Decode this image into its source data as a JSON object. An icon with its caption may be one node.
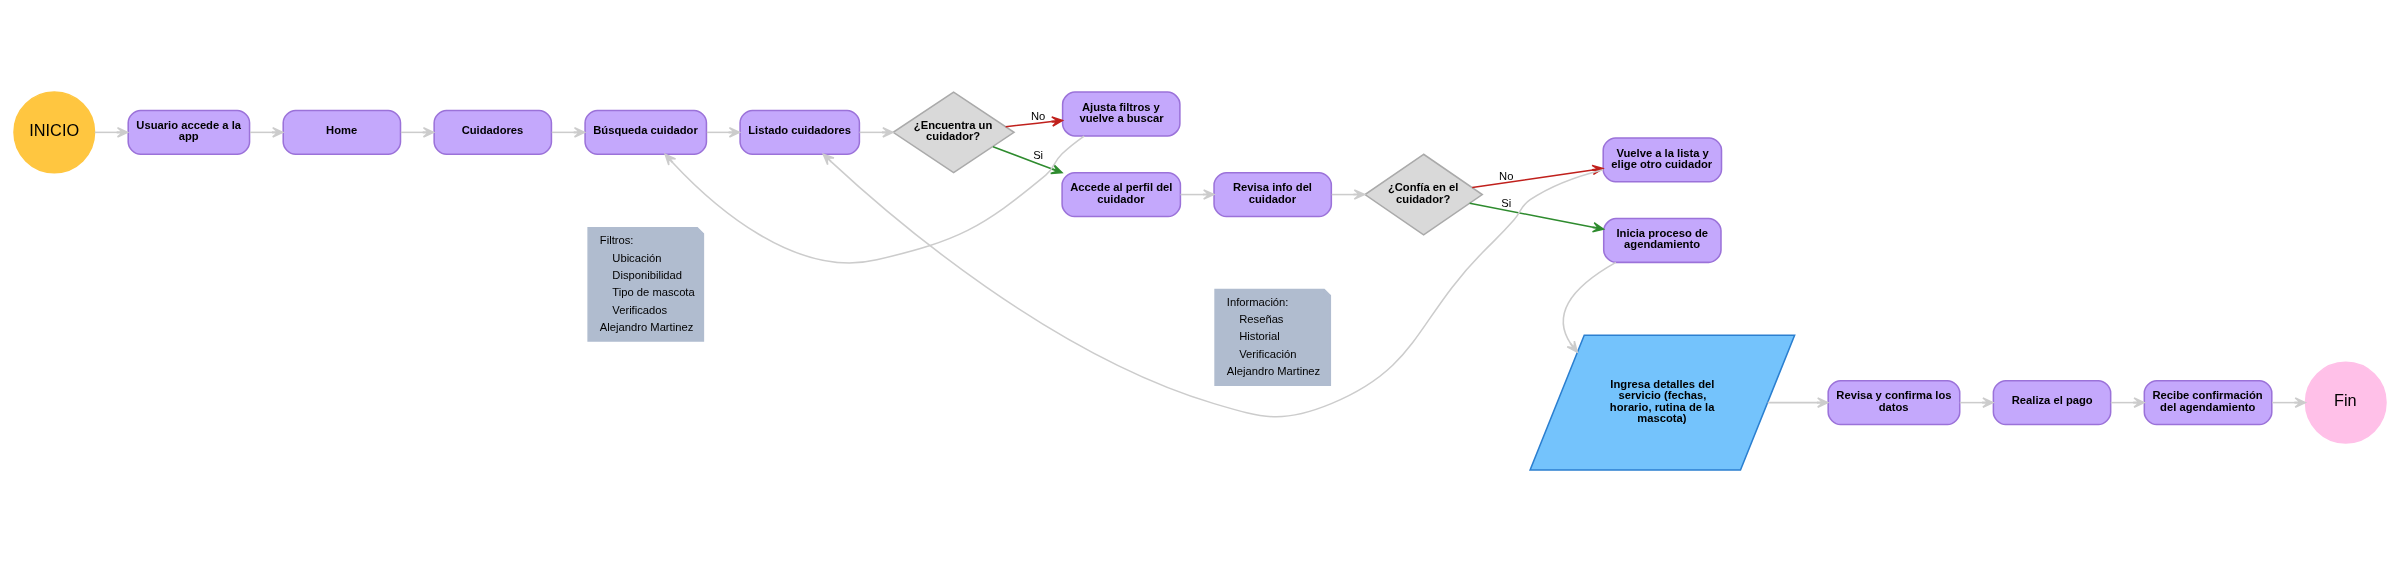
{
  "diagram": {
    "nodes": [
      {
        "text": [
          "INICIO"
        ]
      },
      {
        "text": [
          "Usuario accede a la app"
        ]
      },
      {
        "text": [
          "Home"
        ]
      },
      {
        "text": [
          "Cuidadores"
        ]
      },
      {
        "text": [
          "Búsqueda cuidador"
        ]
      },
      {
        "text": [
          "Filtros:",
          "Ubicación",
          "Disponibilidad",
          "Tipo de mascota",
          "Verificados",
          "Alejandro Martinez"
        ]
      },
      {
        "text": [
          "Listado cuidadores"
        ]
      },
      {
        "text": [
          "¿Encuentra un cuidador?"
        ]
      },
      {
        "text": [
          "Ajusta filtros y vuelve a buscar"
        ]
      },
      {
        "text": [
          "Accede al perfil del cuidador"
        ]
      },
      {
        "text": [
          "Revisa info del cuidador"
        ]
      },
      {
        "text": [
          "Información:",
          "Reseñas",
          "Historial",
          "Verificación",
          "Alejandro Martinez"
        ]
      },
      {
        "text": [
          "¿Confía en el cuidador?"
        ]
      },
      {
        "text": [
          "Vuelve a la lista y elige otro cuidador"
        ]
      },
      {
        "text": [
          "Inicia proceso de agendamiento"
        ]
      },
      {
        "text": [
          "Ingresa detalles del servicio (fechas, horario, rutina de la mascota)"
        ]
      },
      {
        "text": [
          "Revisa y confirma los datos"
        ]
      },
      {
        "text": [
          "Realiza el pago"
        ]
      },
      {
        "text": [
          "Recibe confirmación del agendamiento"
        ]
      },
      {
        "text": [
          "Fin"
        ]
      }
    ],
    "edges": [
      {
        "from": 0,
        "to": 1,
        "arrow": "to"
      },
      {
        "from": 1,
        "to": 2,
        "arrow": "to"
      },
      {
        "from": 2,
        "to": 3,
        "arrow": "to"
      },
      {
        "from": 3,
        "to": 4,
        "arrow": "to"
      },
      {
        "from": 4,
        "to": 6,
        "arrow": "to"
      },
      {
        "from": 6,
        "to": 7,
        "arrow": "to"
      },
      {
        "from": 7,
        "to": 8,
        "arrow": "to",
        "label": "No",
        "color": "#c0201c"
      },
      {
        "from": 7,
        "to": 9,
        "arrow": "to",
        "label": "Si",
        "color": "#2e8b2e"
      },
      {
        "from": 8,
        "to": 4,
        "arrow": "to"
      },
      {
        "from": 9,
        "to": 10,
        "arrow": "to"
      },
      {
        "from": 10,
        "to": 12,
        "arrow": "to"
      },
      {
        "from": 12,
        "to": 13,
        "arrow": "to",
        "label": "No",
        "color": "#c0201c"
      },
      {
        "from": 12,
        "to": 14,
        "arrow": "to",
        "label": "Si",
        "color": "#2e8b2e"
      },
      {
        "from": 13,
        "to": 6,
        "arrow": "to"
      },
      {
        "from": 14,
        "to": 15,
        "arrow": "to"
      },
      {
        "from": 15,
        "to": 16,
        "arrow": "to"
      },
      {
        "from": 16,
        "to": 17,
        "arrow": "to"
      },
      {
        "from": 17,
        "to": 18,
        "arrow": "to"
      },
      {
        "from": 18,
        "to": 19,
        "arrow": "to"
      }
    ]
  }
}
